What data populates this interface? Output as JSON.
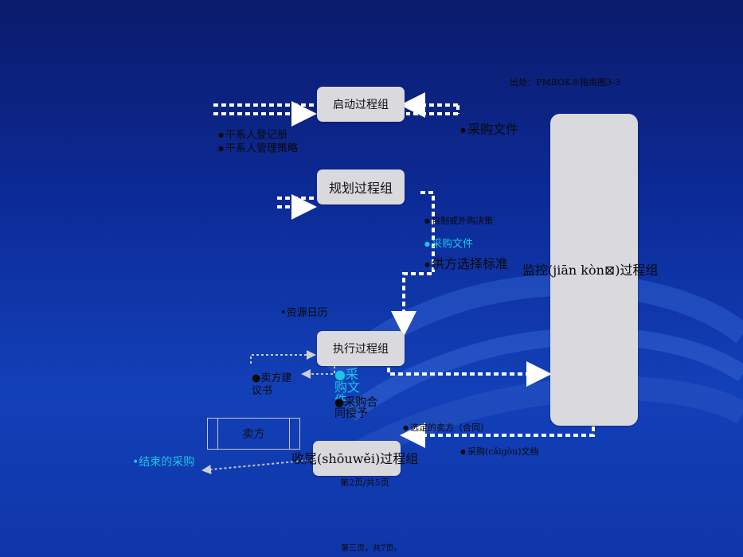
{
  "source": "出处：PMBOK®指南图3-3",
  "groups": {
    "initiating": "启动过程组",
    "planning": "规划过程组",
    "executing": "执行过程组",
    "closing_label": "收尾(shōuwěi)过程组",
    "monitoring": "监控(jiān kòn⊠)过程组"
  },
  "labels": {
    "stakeholder_register": "干系人登记册",
    "stakeholder_strategy": "干系人管理策略",
    "procurement_docs_top": "采购文件",
    "make_or_buy": "自制或外购决策",
    "procurement_docs_mid": "采购文件",
    "source_selection": "供方选择标准",
    "resource_calendar": "资源日历",
    "seller_proposal": "卖方建议书",
    "exec_procure_docs": "采购文件",
    "contract_award": "采购合同授予",
    "selected_seller": "选定的卖方（合同）",
    "procurement_docs_bottom": "采购(cǎigòu)文档",
    "seller": "卖方",
    "closed_procurement": "结束的采购",
    "page_indicator": "第2页/共5页",
    "footer": "第三页，共7页。"
  }
}
